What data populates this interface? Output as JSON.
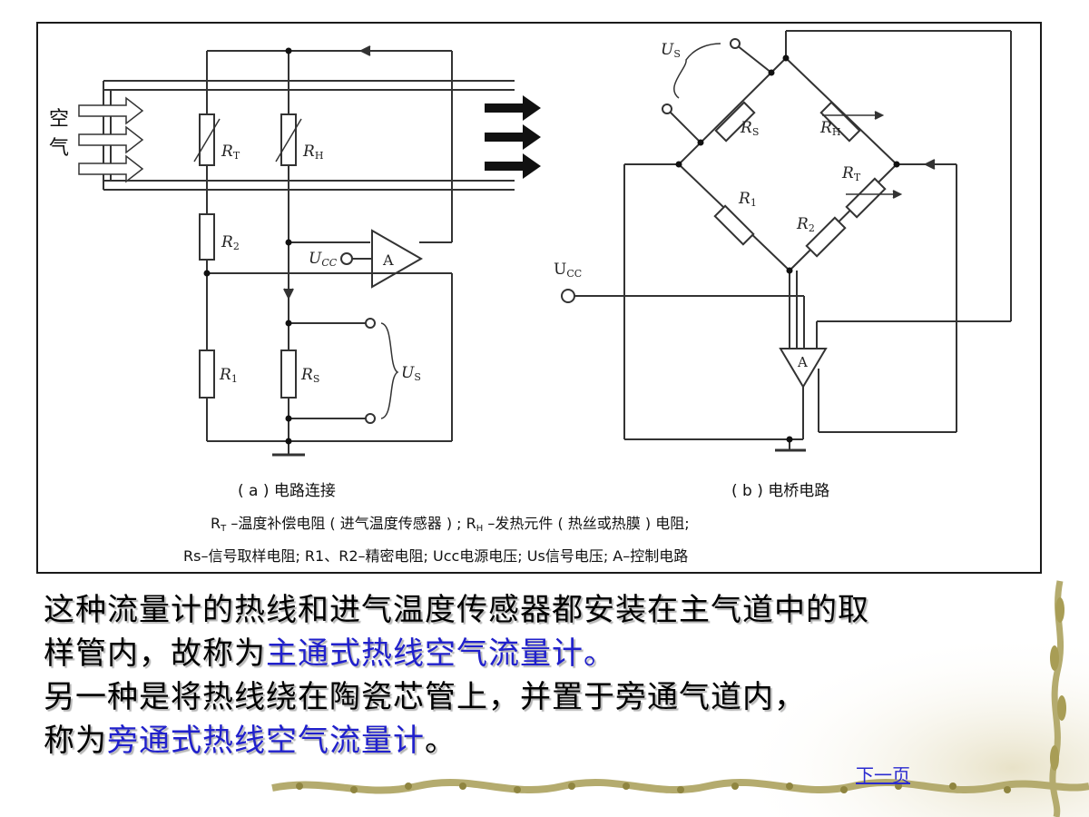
{
  "figure": {
    "air_label": [
      "空",
      "气"
    ],
    "left": {
      "RT": "R",
      "RT_sub": "T",
      "RH": "R",
      "RH_sub": "H",
      "R2": "R",
      "R2_sub": "2",
      "R1": "R",
      "R1_sub": "1",
      "RS": "R",
      "RS_sub": "S",
      "US": "U",
      "US_sub": "S",
      "UCC": "U",
      "UCC_sub": "CC",
      "amp": "A"
    },
    "right": {
      "US": "U",
      "US_sub": "S",
      "RS": "R",
      "RS_sub": "S",
      "RH": "R",
      "RH_sub": "H",
      "RT": "R",
      "RT_sub": "T",
      "R1": "R",
      "R1_sub": "1",
      "R2": "R",
      "R2_sub": "2",
      "UCC": "U",
      "UCC_sub": "CC",
      "amp": "A"
    },
    "caption_a": "( a ) 电路连接",
    "caption_b": "( b ) 电桥电路",
    "legend_line1_a": "R",
    "legend_line1_a_sub": "T",
    "legend_line1_b": " –温度补偿电阻 ( 进气温度传感器 ) ;  R",
    "legend_line1_b_sub": "H",
    "legend_line1_c": " –发热元件 ( 热丝或热膜 ) 电阻;",
    "legend_line2": "Rs–信号取样电阻;  R1、R2–精密电阻; Ucc电源电压;  Us信号电压;  A–控制电路"
  },
  "body": {
    "line1": "这种流量计的热线和进气温度传感器都安装在主气道中的取",
    "line2_a": "样管内，故称为",
    "line2_hl": "主通式热线空气流量计。",
    "line3": "另一种是将热线绕在陶瓷芯管上，并置于旁通气道内，",
    "line4_a": "称为",
    "line4_hl": "旁通式热线空气流量计",
    "line4_b": "。"
  },
  "nav": {
    "next": "下一页"
  },
  "colors": {
    "highlight": "#2020cc",
    "link": "#2a2ad0",
    "vine": "#a8a060"
  }
}
